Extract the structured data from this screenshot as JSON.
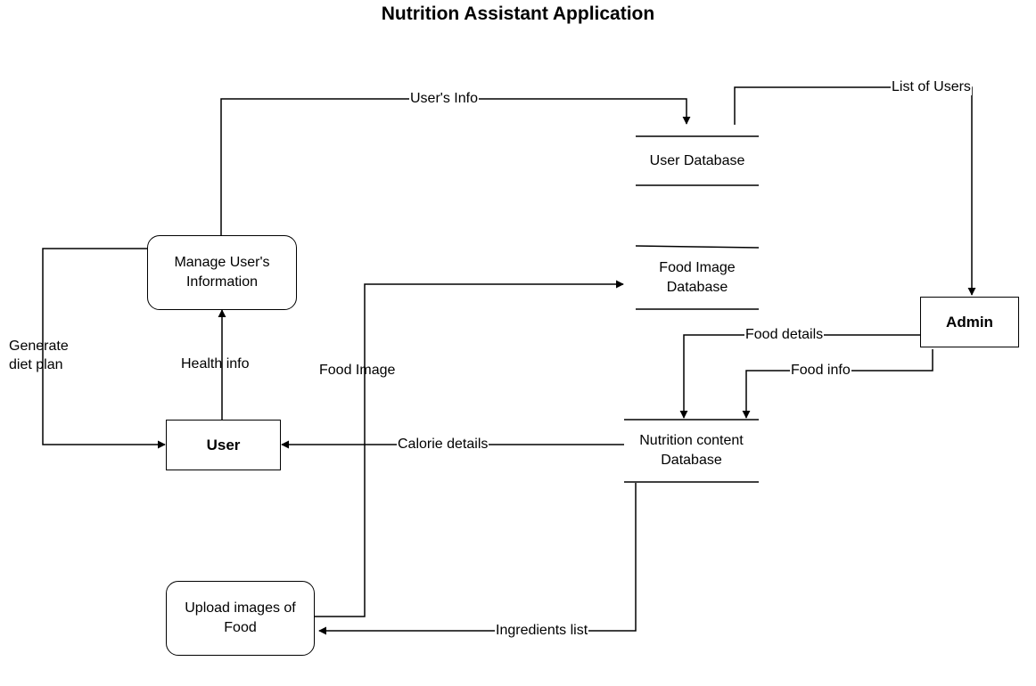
{
  "title": "Nutrition Assistant Application",
  "processes": {
    "manage_user_info": "Manage User's Information",
    "upload_images": "Upload images of Food"
  },
  "entities": {
    "user": "User",
    "admin": "Admin"
  },
  "data_stores": {
    "user_db": "User Database",
    "food_image_db": "Food Image Database",
    "nutrition_db": "Nutrition content Database"
  },
  "flows": {
    "users_info": "User's Info",
    "list_of_users": "List of Users",
    "food_details": "Food details",
    "food_info": "Food info",
    "calorie_details": "Calorie details",
    "ingredients_list": "Ingredients list",
    "health_info": "Health info",
    "food_image": "Food Image",
    "generate_diet_plan_1": "Generate",
    "generate_diet_plan_2": "diet plan"
  }
}
